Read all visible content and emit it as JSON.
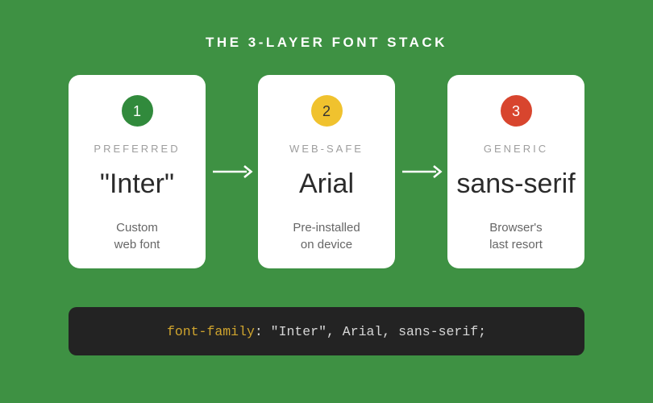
{
  "page": {
    "background_color": "#3e9143",
    "title": "THE 3-LAYER FONT STACK"
  },
  "cards": [
    {
      "number": "1",
      "badge_color": "#318a3c",
      "badge_text_color": "#ffffff",
      "label": "PREFERRED",
      "font_name": "\"Inter\"",
      "description_line1": "Custom",
      "description_line2": "web font"
    },
    {
      "number": "2",
      "badge_color": "#f0c22e",
      "badge_text_color": "#333333",
      "label": "WEB-SAFE",
      "font_name": "Arial",
      "description_line1": "Pre-installed",
      "description_line2": "on device"
    },
    {
      "number": "3",
      "badge_color": "#d8452e",
      "badge_text_color": "#ffffff",
      "label": "GENERIC",
      "font_name": "sans-serif",
      "description_line1": "Browser's",
      "description_line2": "last resort"
    }
  ],
  "arrow": {
    "color": "#ffffff"
  },
  "code_block": {
    "background_color": "#232323",
    "property": "font-family",
    "property_color": "#cfa42e",
    "rest": ": \"Inter\", Arial, sans-serif;",
    "rest_color": "#d6d6d6"
  }
}
